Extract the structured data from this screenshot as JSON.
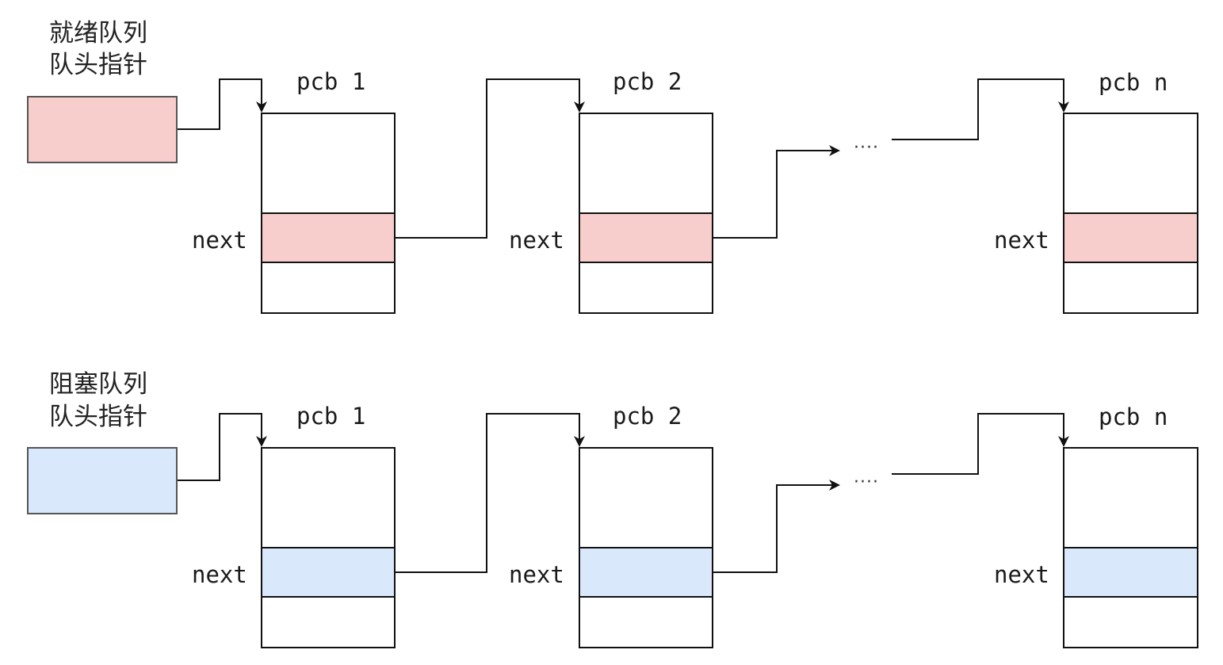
{
  "colors": {
    "ready_fill": "#f8cecc",
    "blocked_fill": "#dae8fc",
    "line": "#111111"
  },
  "ready_queue": {
    "label_line1": "就绪队列",
    "label_line2": "队头指针",
    "nodes": [
      {
        "title": "pcb 1",
        "field": "next"
      },
      {
        "title": "pcb 2",
        "field": "next"
      },
      {
        "title": "pcb n",
        "field": "next"
      }
    ],
    "ellipsis": "····"
  },
  "blocked_queue": {
    "label_line1": "阻塞队列",
    "label_line2": "队头指针",
    "nodes": [
      {
        "title": "pcb 1",
        "field": "next"
      },
      {
        "title": "pcb 2",
        "field": "next"
      },
      {
        "title": "pcb n",
        "field": "next"
      }
    ],
    "ellipsis": "····"
  }
}
